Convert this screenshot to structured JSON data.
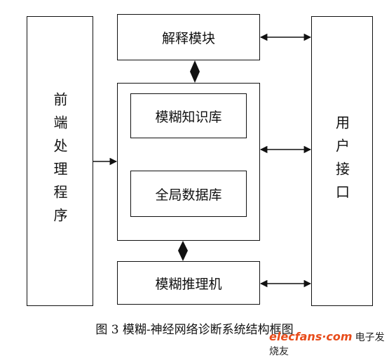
{
  "nodes": {
    "preprocess": "前端处理程序",
    "explain": "解释模块",
    "knowledge_base": "模糊知识库",
    "global_db": "全局数据库",
    "inference": "模糊推理机",
    "user_interface": "用户接口"
  },
  "caption": "图 3 模糊-神经网络诊断系统结构框图",
  "watermark": {
    "brand": "elecfans",
    "dot": "·",
    "domain": "com",
    "chinese": "电子发烧友"
  }
}
